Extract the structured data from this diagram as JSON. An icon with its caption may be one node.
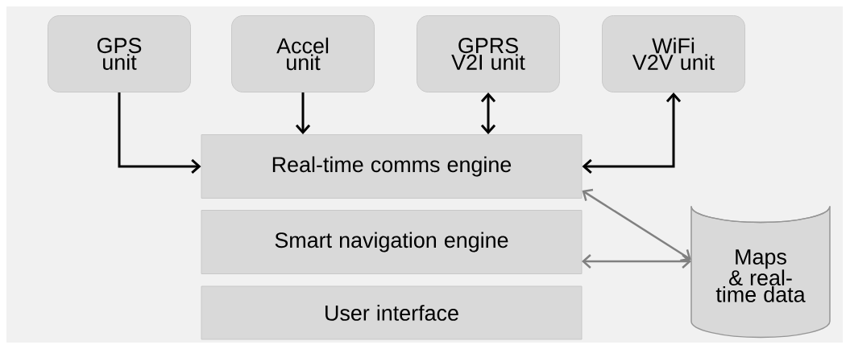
{
  "diagram": {
    "nodes": [
      {
        "text": [
          "GPS unit"
        ]
      },
      {
        "text": [
          "Accel unit"
        ]
      },
      {
        "text": [
          "GPRS V2I unit"
        ]
      },
      {
        "text": [
          "WiFi V2V unit"
        ]
      },
      {
        "text": [
          "Real-time comms engine"
        ]
      },
      {
        "text": [
          "Smart navigation engine"
        ]
      },
      {
        "text": [
          "User interface"
        ]
      },
      {
        "text": [
          "Maps & real-time data"
        ]
      }
    ],
    "edges": [
      {
        "from": 0,
        "to": 4,
        "arrow": "to"
      },
      {
        "from": 1,
        "to": 4,
        "arrow": "to"
      },
      {
        "from": 2,
        "to": 4,
        "arrow": "both"
      },
      {
        "from": 4,
        "to": 3,
        "arrow": "both"
      },
      {
        "from": 7,
        "to": 4,
        "arrow": "both",
        "color": "#808080"
      },
      {
        "from": 7,
        "to": 5,
        "arrow": "both",
        "color": "#808080"
      }
    ]
  }
}
